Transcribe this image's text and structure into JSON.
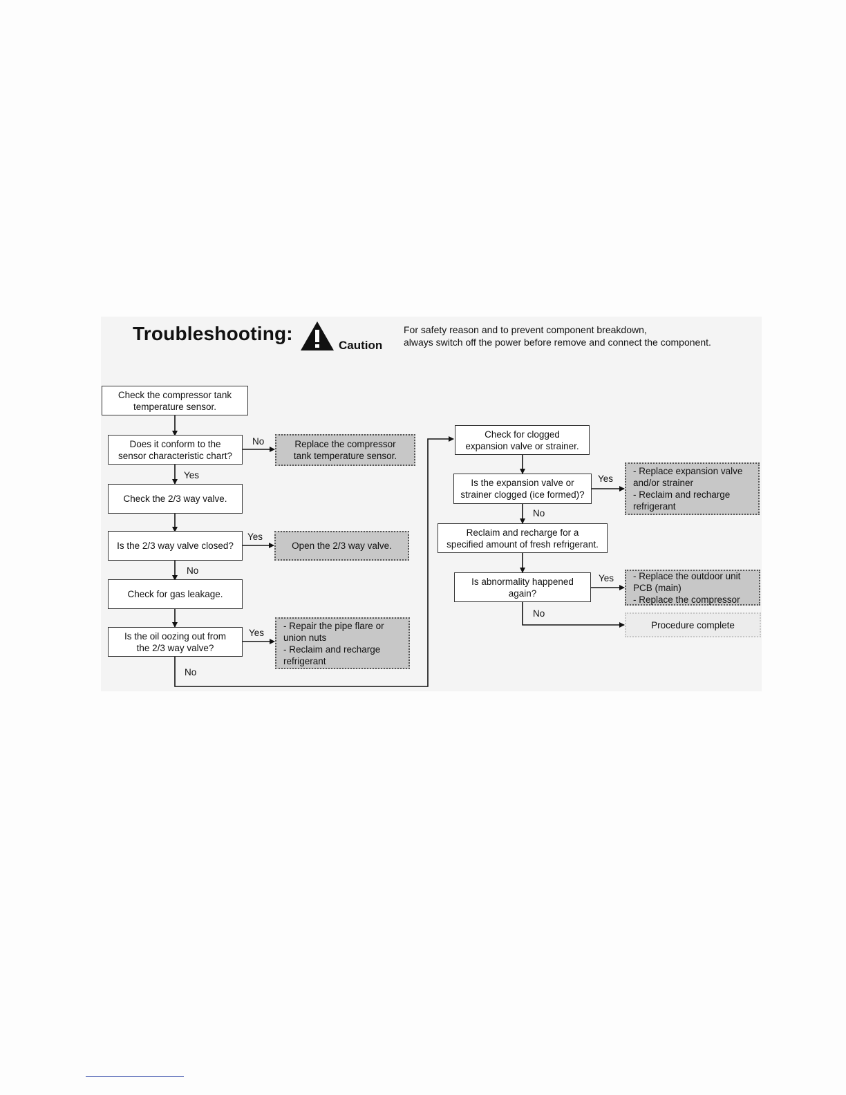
{
  "header": {
    "title": "Troubleshooting:",
    "caution_label": "Caution",
    "caution_text": [
      "For safety reason and to prevent component breakdown,",
      "always switch off the power before remove and connect the component."
    ]
  },
  "steps": {
    "check_sensor": [
      "Check the compressor tank",
      "temperature sensor."
    ],
    "conform_chart": [
      "Does it conform to the",
      "sensor characteristic chart?"
    ],
    "replace_sensor": [
      "Replace the compressor",
      "tank temperature sensor."
    ],
    "check_valve": [
      "Check the 2/3 way valve."
    ],
    "valve_closed": [
      "Is the 2/3 way valve closed?"
    ],
    "open_valve": [
      "Open the 2/3 way valve."
    ],
    "check_gas": [
      "Check for gas leakage."
    ],
    "oil_oozing": [
      "Is the oil oozing out from",
      "the 2/3 way valve?"
    ],
    "repair_pipe": [
      "- Repair the pipe flare or",
      "union nuts",
      "- Reclaim and recharge",
      "refrigerant"
    ],
    "check_clogged": [
      "Check for clogged",
      "expansion valve or strainer."
    ],
    "expansion_clogged": [
      "Is the expansion valve or",
      "strainer clogged (ice formed)?"
    ],
    "replace_expansion": [
      "- Replace expansion valve",
      "and/or strainer",
      "- Reclaim and recharge",
      "refrigerant"
    ],
    "reclaim_recharge": [
      "Reclaim and recharge for a",
      "specified amount of fresh refrigerant."
    ],
    "abnormality_again": [
      "Is abnormality happened",
      "again?"
    ],
    "replace_pcb": [
      "- Replace the outdoor unit",
      "PCB (main)",
      "- Replace the compressor"
    ],
    "procedure_complete": [
      "Procedure complete"
    ]
  },
  "branch_labels": {
    "conform_no": "No",
    "conform_yes": "Yes",
    "closed_yes": "Yes",
    "closed_no": "No",
    "oil_yes": "Yes",
    "oil_no": "No",
    "clogged_yes": "Yes",
    "clogged_no": "No",
    "again_yes": "Yes",
    "again_no": "No"
  }
}
